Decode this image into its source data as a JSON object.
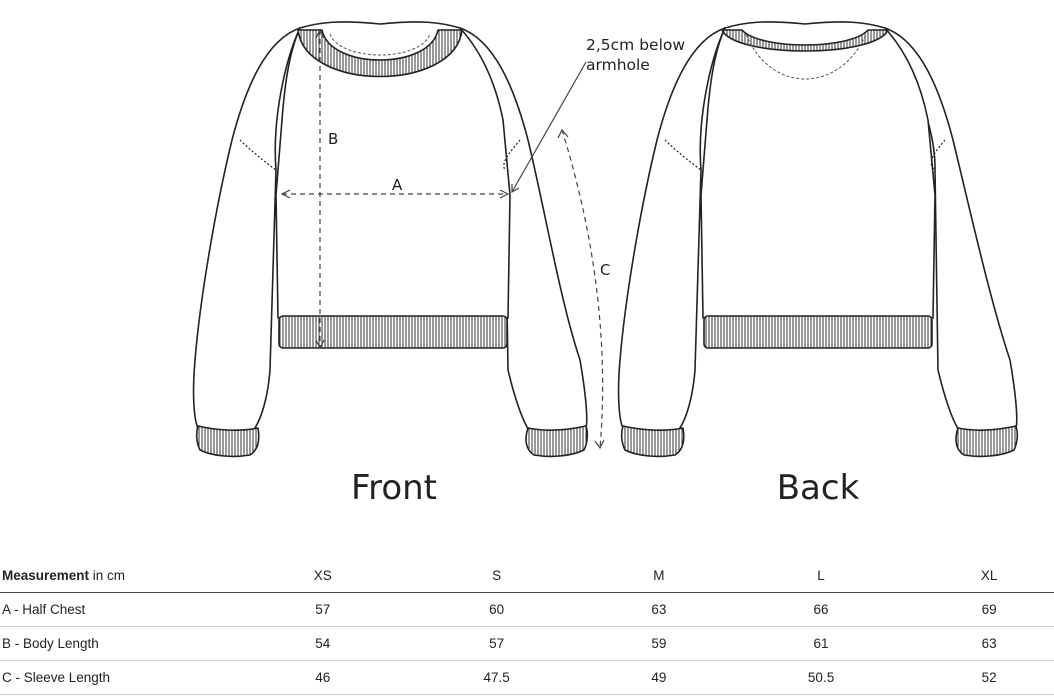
{
  "illustration": {
    "front_label": "Front",
    "back_label": "Back",
    "dim_a": "A",
    "dim_b": "B",
    "dim_c": "C",
    "armhole_note": [
      "2,5cm below",
      "armhole"
    ]
  },
  "table": {
    "header_bold": "Measurement",
    "header_unit": " in cm",
    "sizes": [
      "XS",
      "S",
      "M",
      "L",
      "XL"
    ],
    "rows": [
      {
        "label": "A - Half Chest",
        "values": [
          "57",
          "60",
          "63",
          "66",
          "69"
        ]
      },
      {
        "label": "B - Body Length",
        "values": [
          "54",
          "57",
          "59",
          "61",
          "63"
        ]
      },
      {
        "label": "C - Sleeve Length",
        "values": [
          "46",
          "47.5",
          "49",
          "50.5",
          "52"
        ]
      }
    ]
  }
}
